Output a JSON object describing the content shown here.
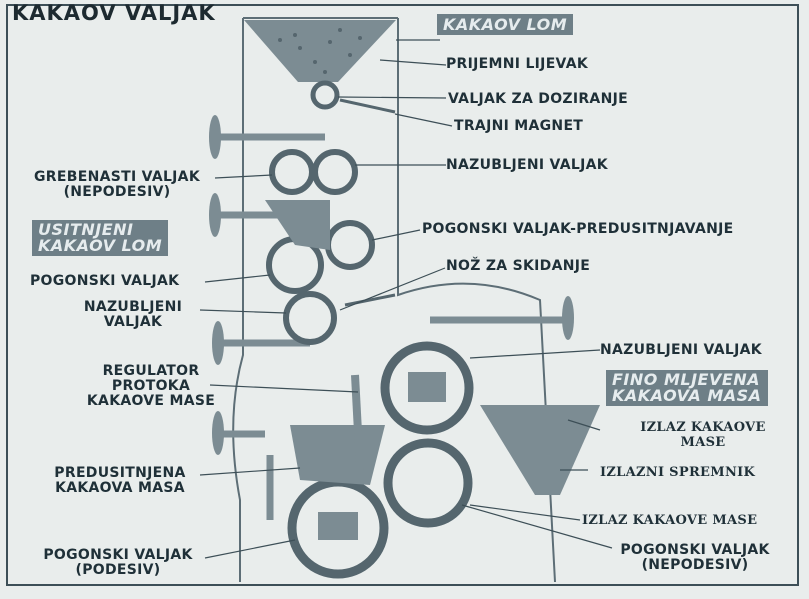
{
  "title": "KAKAOV VALJAK",
  "boxes": {
    "kakaov_lom": "KAKAOV LOM",
    "usitnjeni_1": "USITNJENI",
    "usitnjeni_2": "KAKAOV LOM",
    "fino_1": "FINO MLJEVENA",
    "fino_2": "KAKAOVA MASA"
  },
  "labels": {
    "prijemni": "PRIJEMNI LIJEVAK",
    "valjak_doziranje": "VALJAK ZA DOZIRANJE",
    "trajni_magnet": "TRAJNI MAGNET",
    "nazubljeni_1": "NAZUBLJENI VALJAK",
    "grebenasti_1": "GREBENASTI VALJAK",
    "grebenasti_2": "(NEPODESIV)",
    "pogonski_pred": "POGONSKI VALJAK-PREDUSITNJAVANJE",
    "pogonski_valjak": "POGONSKI VALJAK",
    "noz": "NOŽ ZA SKIDANJE",
    "nazubljeni_l1": "NAZUBLJENI",
    "nazubljeni_l2": "VALJAK",
    "nazubljeni_r": "NAZUBLJENI VALJAK",
    "regulator_1": "REGULATOR",
    "regulator_2": "PROTOKA",
    "regulator_3": "KAKAOVE MASE",
    "izlaz_kakaove_1": "IZLAZ KAKAOVE",
    "izlaz_kakaove_2": "MASE",
    "izlazni_spremnik": "IZLAZNI SPREMNIK",
    "predusitnjena_1": "PREDUSITNJENA",
    "predusitnjena_2": "KAKAOVA MASA",
    "izlaz_mase": "IZLAZ KAKAOVE MASE",
    "pogonski_podesiv_1": "POGONSKI VALJAK",
    "pogonski_podesiv_2": "(PODESIV)",
    "pogonski_nepodesiv_1": "POGONSKI VALJAK",
    "pogonski_nepodesiv_2": "(NEPODESIV)"
  },
  "colors": {
    "background": "#e9edec",
    "machine": "#7c8c93",
    "machine_dark": "#55666e",
    "label_box": "#6e7f87",
    "text": "#1f3038"
  }
}
